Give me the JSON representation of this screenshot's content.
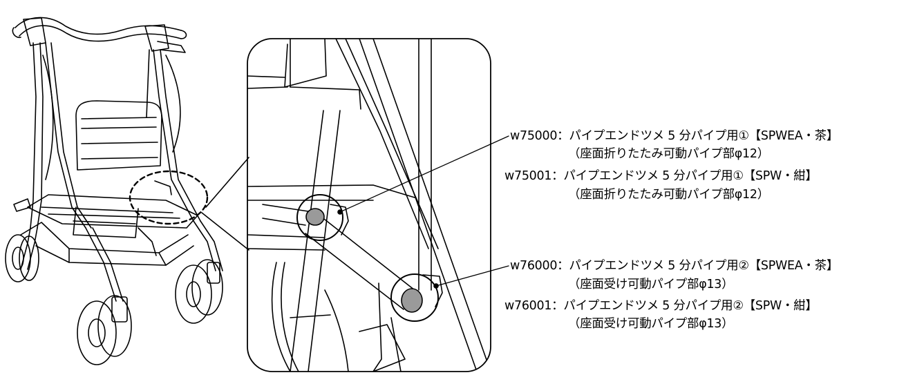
{
  "callouts": [
    {
      "target": "seat-folding-pipe-cap",
      "parts": [
        {
          "line": "w75000：パイプエンドツメ 5 分パイプ用①【SPWEA・茶】",
          "note": "（座面折りたたみ可動パイプ部φ12）"
        },
        {
          "line": "w75001：パイプエンドツメ 5 分パイプ用①【SPW・紺】",
          "note": "（座面折りたたみ可動パイプ部φ12）"
        }
      ]
    },
    {
      "target": "seat-receiver-pipe-cap",
      "parts": [
        {
          "line": "w76000：パイプエンドツメ 5 分パイプ用②【SPWEA・茶】",
          "note": "（座面受け可動パイプ部φ13）"
        },
        {
          "line": "w76001：パイプエンドツメ 5 分パイプ用②【SPW・紺】",
          "note": "（座面受け可動パイプ部φ13）"
        }
      ]
    }
  ],
  "colors": {
    "line": "#000000",
    "cap_fill": "#9a9a9a",
    "background": "#ffffff"
  }
}
